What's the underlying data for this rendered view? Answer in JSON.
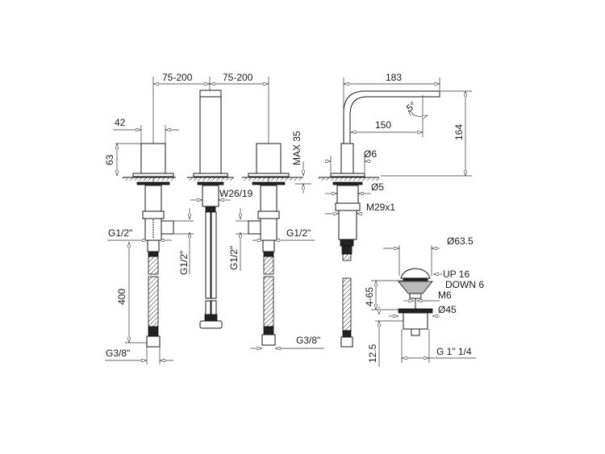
{
  "drawing": {
    "title": "Three-hole basin mixer with pop-up waste - technical drawing",
    "dimensions": {
      "spacing_left": "75-200",
      "spacing_right": "75-200",
      "handle_width": "42",
      "handle_height": "63",
      "max_thickness": "MAX 35",
      "spout_key": "W26/19",
      "inlet_left": "G1/2\"",
      "inlet_vertical_left": "G1/2\"",
      "inlet_vertical_right": "G1/2\"",
      "inlet_right": "G1/2\"",
      "hose_length": "400",
      "hose_conn_left": "G3/8\"",
      "hose_conn_right": "G3/8\"",
      "spout_reach": "183",
      "spout_height": "164",
      "spout_inner": "150",
      "swivel_angle": "5°",
      "base_dia": "Ø6",
      "shank_dia": "Ø5",
      "thread": "M29x1",
      "waste_cap_dia": "Ø63.5",
      "waste_up": "UP 16",
      "waste_down": "DOWN 6",
      "waste_range": "4-65",
      "waste_rod": "M6",
      "waste_body_dia": "Ø45",
      "waste_depth": "12.5",
      "waste_thread": "G 1\" 1/4"
    }
  }
}
